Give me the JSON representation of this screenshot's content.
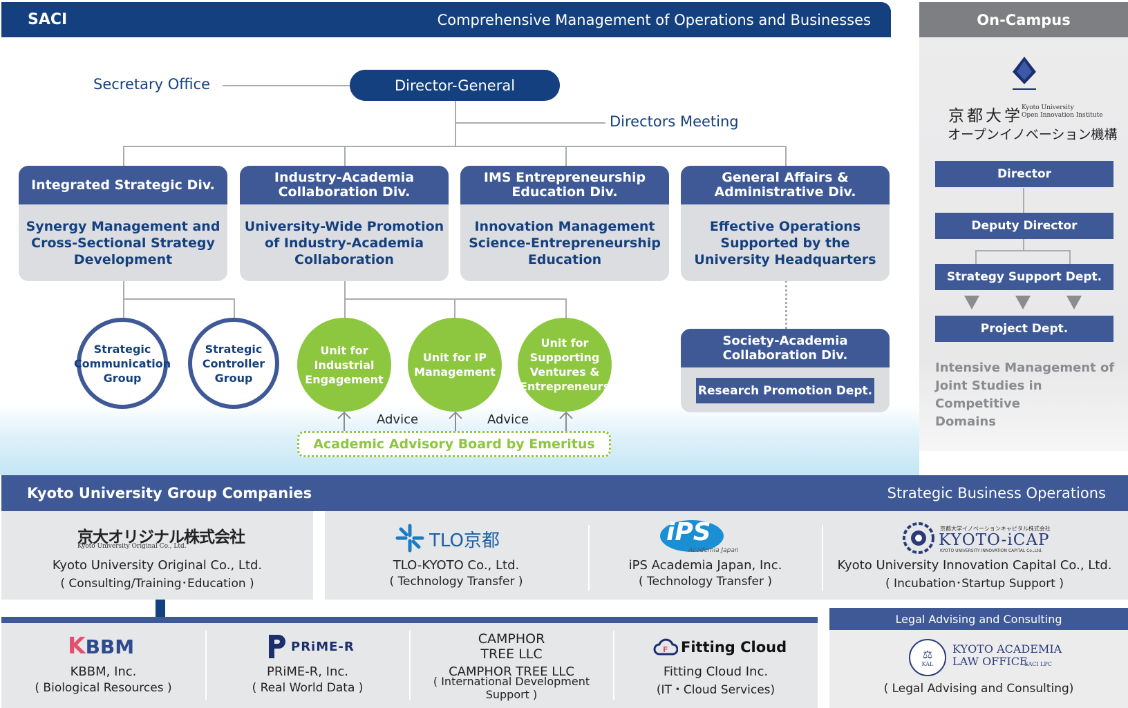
{
  "header": {
    "saci": "SACI",
    "saci_subtitle": "Comprehensive Management of Operations and Businesses",
    "on_campus": "On-Campus"
  },
  "org": {
    "secretary_office": "Secretary Office",
    "director_general": "Director-General",
    "directors_meeting": "Directors Meeting",
    "divisions": [
      {
        "title": "Integrated Strategic Div.",
        "desc": "Synergy Management and\nCross-Sectional Strategy\nDevelopment"
      },
      {
        "title": "Industry-Academia\nCollaboration Div.",
        "desc": "University-Wide Promotion\nof Industry-Academia\nCollaboration"
      },
      {
        "title": "IMS Entrepreneurship\nEducation Div.",
        "desc": "Innovation Management\nScience-Entrepreneurship\nEducation"
      },
      {
        "title": "General Affairs &\nAdministrative Div.",
        "desc": "Effective Operations\nSupported by the\nUniversity Headquarters"
      }
    ],
    "groups": [
      "Strategic\nCommunication\nGroup",
      "Strategic\nController\nGroup"
    ],
    "units": [
      "Unit for\nIndustrial\nEngagement",
      "Unit for IP\nManagement",
      "Unit for\nSupporting\nVentures &\nEntrepreneurs"
    ],
    "advice_label": "Advice",
    "advisory_board": "Academic Advisory Board by Emeritus",
    "society_div": "Society-Academia\nCollaboration Div.",
    "research_dept": "Research Promotion Dept."
  },
  "on_campus": {
    "logo_jp": "京都大学",
    "logo_en": "Kyoto University\nOpen Innovation Institute",
    "logo_jp2": "オープンイノベーション機構",
    "director": "Director",
    "deputy": "Deputy Director",
    "strategy": "Strategy Support Dept.",
    "project": "Project Dept.",
    "desc": "Intensive Management of\nJoint Studies in Competitive\nDomains"
  },
  "companies": {
    "group_title": "Kyoto University Group Companies",
    "strategic_title": "Strategic Business Operations",
    "row1": [
      {
        "logo": "京大オリジナル株式会社",
        "logo_sub": "Kyoto University Original Co., Ltd.",
        "name": "Kyoto University Original Co., Ltd.",
        "role": "( Consulting/Training･Education )"
      },
      {
        "logo": "TLO京都",
        "name": "TLO-KYOTO Co., Ltd.",
        "role": "( Technology Transfer )"
      },
      {
        "logo": "iPS",
        "logo_sub": "Academia Japan",
        "name": "iPS Academia Japan, Inc.",
        "role": "( Technology Transfer )"
      },
      {
        "logo": "KYOTO-iCAP",
        "logo_top": "京都大学イノベーションキャピタル株式会社",
        "logo_sub": "KYOTO UNIVERSITY INNOVATION CAPITAL Co.,Ltd.",
        "name": "Kyoto University Innovation Capital Co., Ltd.",
        "role": "( Incubation･Startup Support )"
      }
    ],
    "row2": [
      {
        "logo": "KBBM",
        "name": "KBBM, Inc.",
        "role": "( Biological Resources )"
      },
      {
        "logo": "PRiME-R",
        "name": "PRiME-R, Inc.",
        "role": "( Real World Data )"
      },
      {
        "logo": "CAMPHOR\nTREE LLC",
        "name": "CAMPHOR TREE LLC",
        "role": "( International Development Support )"
      },
      {
        "logo": "Fitting Cloud",
        "name": "Fitting Cloud Inc.",
        "role": "(IT・Cloud Services)"
      }
    ],
    "legal_header": "Legal Advising and Consulting",
    "legal_logo": "KYOTO ACADEMIA\nLAW OFFICE",
    "legal_logo_small": "SACI LPC",
    "legal_logo_badge": "KAL",
    "legal_role": "( Legal Advising and Consulting)"
  }
}
